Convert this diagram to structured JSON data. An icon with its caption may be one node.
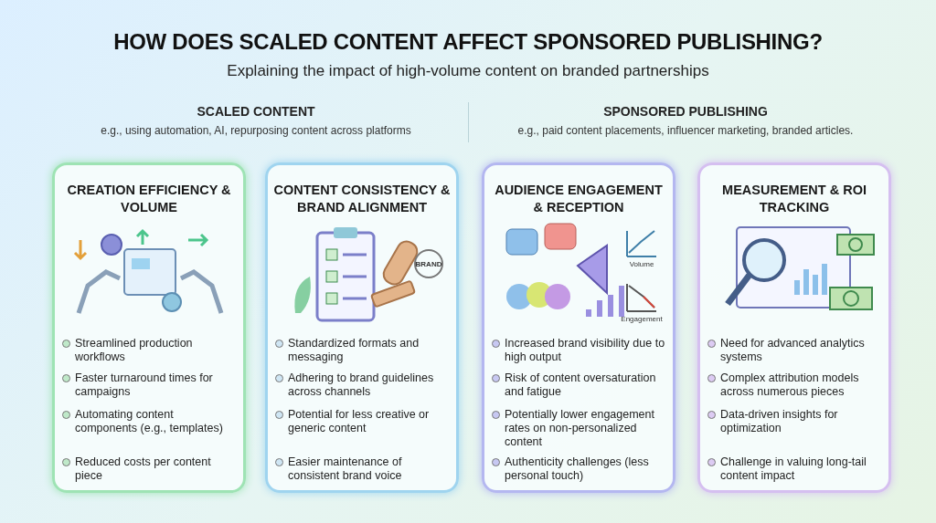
{
  "diagram": {
    "title": "HOW DOES SCALED CONTENT AFFECT SPONSORED PUBLISHING?",
    "caption": "Explaining the impact of high-volume content on branded partnerships",
    "nodes": [
      {
        "text": [
          "CREATION EFFICIENCY & VOLUME",
          "Streamlined production workflows",
          "Faster turnaround times for campaigns",
          "Automating content components (e.g., templates)",
          "Reduced costs per content piece"
        ]
      },
      {
        "text": [
          "CONTENT CONSISTENCY & BRAND ALIGNMENT",
          "Standardized formats and messaging",
          "Adhering to brand guidelines across channels",
          "Potential for less creative or generic content",
          "Easier maintenance of consistent brand voice"
        ]
      },
      {
        "text": [
          "AUDIENCE ENGAGEMENT & RECEPTION",
          "Increased brand visibility due to high output",
          "Risk of content oversaturation and fatigue",
          "Potentially lower engagement rates on non-personalized content",
          "Authenticity challenges (less personal touch)"
        ]
      },
      {
        "text": [
          "MEASUREMENT & ROI TRACKING",
          "Need for advanced analytics systems",
          "Complex attribution models across numerous pieces",
          "Data-driven insights for optimization",
          "Challenge in valuing long-tail content impact"
        ]
      }
    ],
    "labels": [
      "SCALED CONTENT",
      "e.g., using automation, AI, repurposing content across platforms",
      "SPONSORED PUBLISHING",
      "e.g., paid content placements, influencer marketing, branded articles.",
      "BRAND",
      "Volume",
      "Engagement"
    ]
  }
}
